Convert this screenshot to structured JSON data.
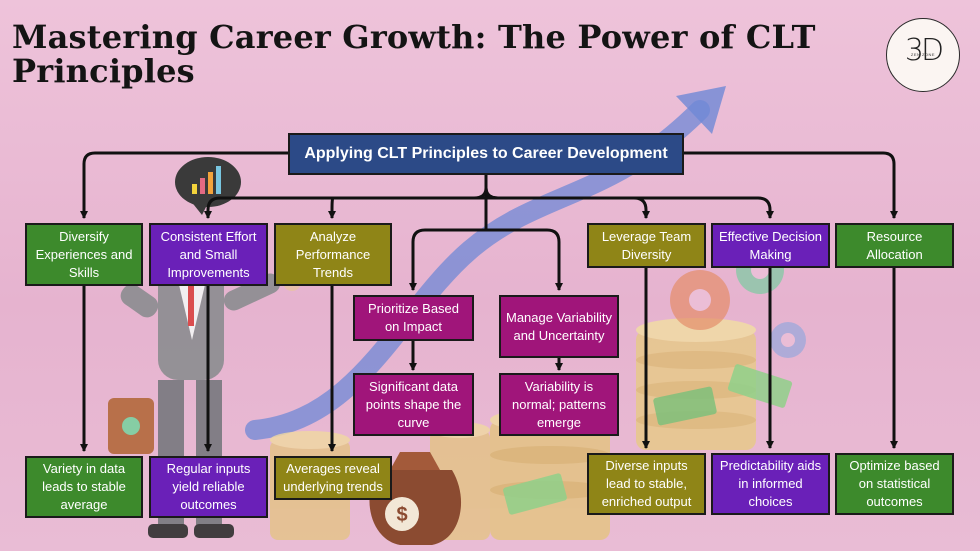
{
  "title": "Mastering Career Growth: The Power of CLT Principles",
  "logo": {
    "mark": "3D",
    "wordmark": "ZEN ZONE"
  },
  "root": "Applying CLT Principles to Career Development",
  "branches": [
    {
      "label": "Diversify Experiences and Skills",
      "outcome": "Variety in data leads to stable average"
    },
    {
      "label": "Consistent Effort and Small Improvements",
      "outcome": "Regular inputs yield reliable outcomes"
    },
    {
      "label": "Analyze Performance Trends",
      "outcome": "Averages reveal underlying trends"
    },
    {
      "label": "Prioritize Based on Impact",
      "outcome": "Significant data points shape the curve"
    },
    {
      "label": "Manage Variability and Uncertainty",
      "outcome": "Variability is normal; patterns emerge"
    },
    {
      "label": "Leverage Team Diversity",
      "outcome": "Diverse inputs lead to stable, enriched output"
    },
    {
      "label": "Effective Decision Making",
      "outcome": "Predictability aids in informed choices"
    },
    {
      "label": "Resource Allocation",
      "outcome": "Optimize based on statistical outcomes"
    }
  ],
  "colors": {
    "root": "#2c4a87",
    "green": "#3d8a2c",
    "purple": "#6a20b8",
    "olive": "#8f8517",
    "magenta": "#a0157a",
    "background": "#e9b8d3"
  },
  "decorations": [
    "businessman-figure",
    "rising-arrow",
    "coin-stacks",
    "gear-icons",
    "money-bag-icon",
    "bar-chart-bubble"
  ]
}
